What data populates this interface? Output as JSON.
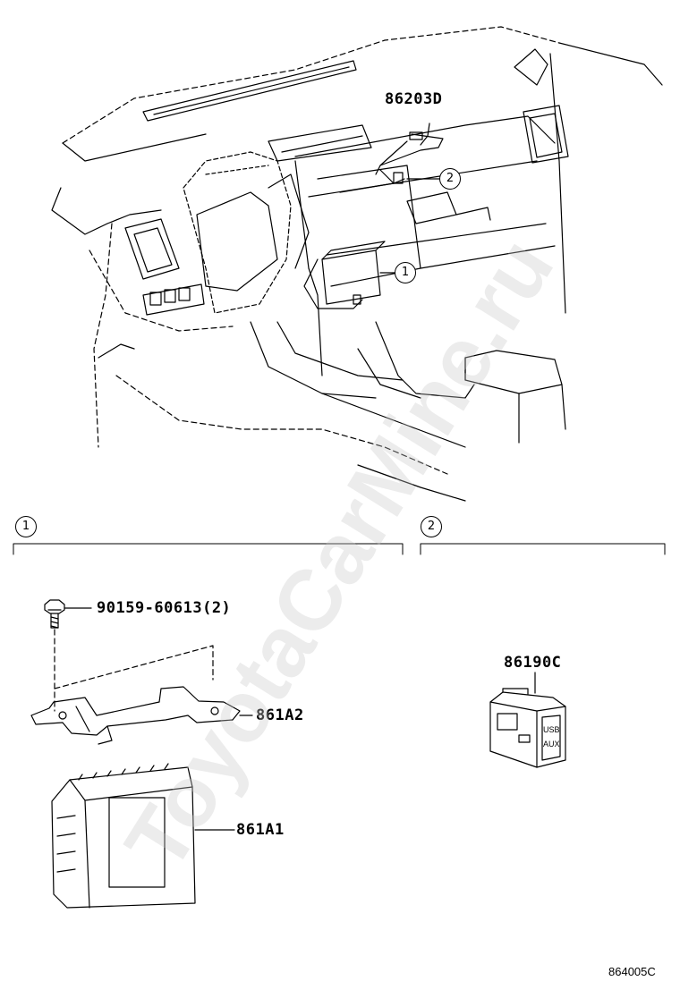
{
  "diagram": {
    "callouts": {
      "part_86203D": "86203D",
      "part_90159": "90159-60613(2)",
      "part_861A2": "861A2",
      "part_861A1": "861A1",
      "part_86190C": "86190C"
    },
    "markers": {
      "marker1": "1",
      "marker2": "2"
    },
    "switch_labels": {
      "usb": "USB",
      "aux": "AUX"
    },
    "figure_code": "864005C",
    "watermark": "ToyotaCarMine.ru"
  }
}
